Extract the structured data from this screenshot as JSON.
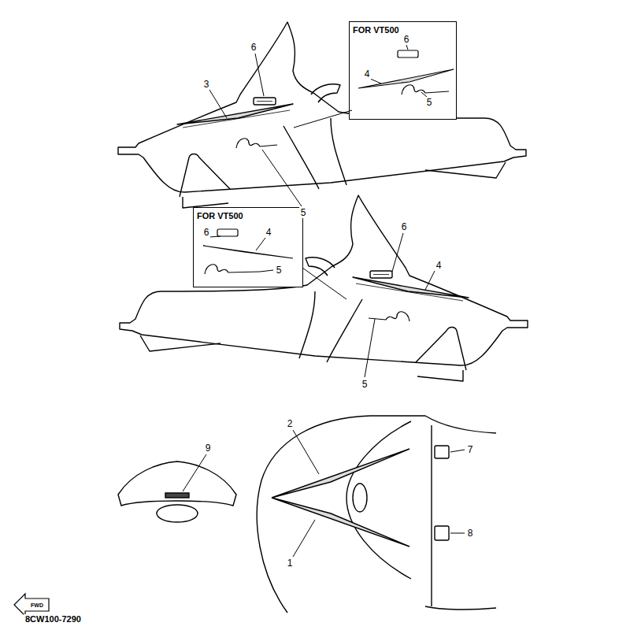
{
  "diagram": {
    "nodes": [
      {
        "text": [
          "FOR VT500"
        ]
      },
      {
        "text": [
          "FOR VT500"
        ]
      }
    ],
    "labels": [
      "6",
      "3",
      "6",
      "4",
      "5",
      "5",
      "6",
      "4",
      "5",
      "6",
      "4",
      "5",
      "2",
      "9",
      "7",
      "8",
      "1",
      "FWD",
      "8CW100-7290"
    ]
  }
}
